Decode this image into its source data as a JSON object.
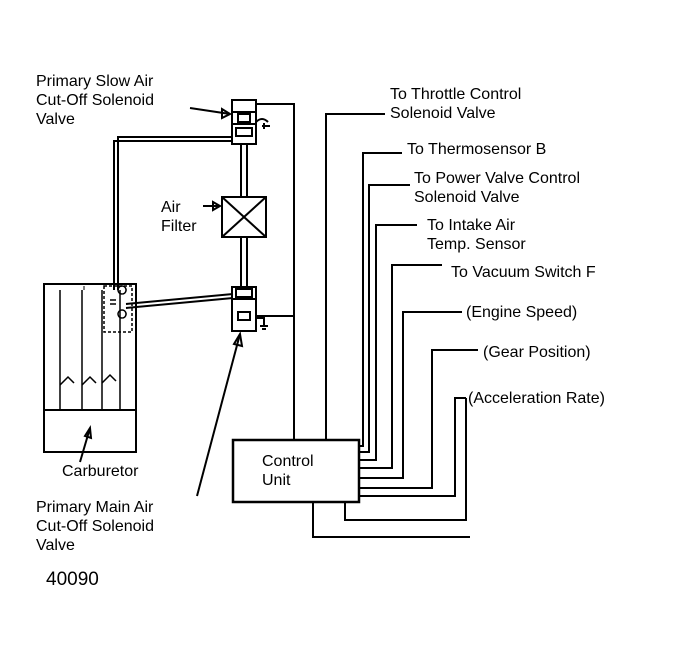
{
  "labels": {
    "primary_slow_valve": [
      "Primary Slow Air",
      "Cut-Off Solenoid",
      "Valve"
    ],
    "air_filter": [
      "Air",
      "Filter"
    ],
    "carburetor": "Carburetor",
    "primary_main_valve": [
      "Primary Main Air",
      "Cut-Off Solenoid",
      "Valve"
    ],
    "control_unit": [
      "Control",
      "Unit"
    ],
    "throttle": [
      "To Throttle Control",
      "Solenoid Valve"
    ],
    "thermosensor": "To Thermosensor B",
    "power_valve": [
      "To Power Valve Control",
      "Solenoid Valve"
    ],
    "intake_air": [
      "To Intake Air",
      "Temp. Sensor"
    ],
    "vacuum_switch": "To Vacuum Switch F",
    "engine_speed": "(Engine Speed)",
    "gear_position": "(Gear Position)",
    "acceleration_rate": "(Acceleration Rate)",
    "figure_number": "40090"
  },
  "colors": {
    "line": "#000000",
    "background": "#ffffff"
  }
}
